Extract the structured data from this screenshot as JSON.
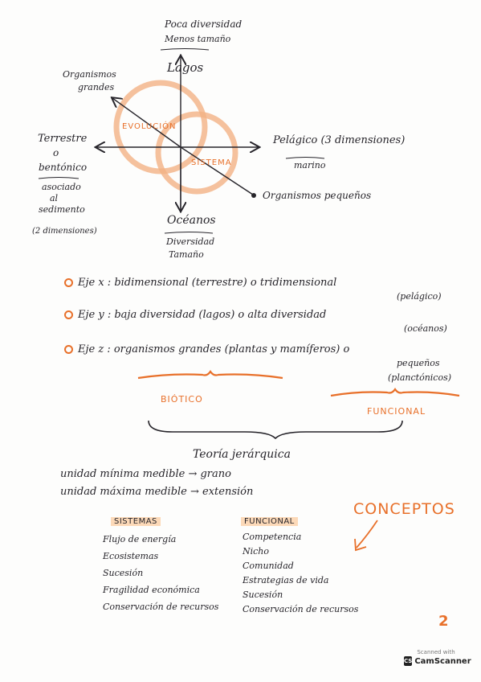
{
  "diagram": {
    "top_label_1": "Poca diversidad",
    "top_label_2": "Menos tamaño",
    "top_axis": "Lagos",
    "upper_left_1": "Organismos",
    "upper_left_2": "grandes",
    "left_1": "Terrestre",
    "left_2": "o",
    "left_3": "bentónico",
    "left_4": "asociado",
    "left_5": "al",
    "left_6": "sedimento",
    "left_7": "(2 dimensiones)",
    "right_1": "Pelágico (3 dimensiones)",
    "right_2": "marino",
    "lower_right": "Organismos pequeños",
    "bottom_axis": "Océanos",
    "bottom_1": "Diversidad",
    "bottom_2": "Tamaño",
    "circle_left": "EVOLUCIÓN",
    "circle_right": "SISTEMA"
  },
  "axes_notes": [
    {
      "main": "Eje x : bidimensional (terrestre) o tridimensional",
      "cont": "(pelágico)"
    },
    {
      "main": "Eje y : baja diversidad (lagos) o alta diversidad",
      "cont": "(océanos)"
    },
    {
      "main": "Eje z : organismos grandes (plantas y mamíferos) o",
      "cont": "pequeños",
      "cont2": "(planctónicos)"
    }
  ],
  "braces": {
    "left_label": "BIÓTICO",
    "right_label": "FUNCIONAL"
  },
  "theory": {
    "title": "Teoría jerárquica",
    "line1": "unidad mínima medible → grano",
    "line2": "unidad máxima medible → extensión"
  },
  "concepts": {
    "heading": "CONCEPTOS",
    "sistemas_header": "SISTEMAS",
    "sistemas": [
      "Flujo de energía",
      "Ecosistemas",
      "Sucesión",
      "Fragilidad económica",
      "Conservación de recursos"
    ],
    "funcional_header": "FUNCIONAL",
    "funcional": [
      "Competencia",
      "Nicho",
      "Comunidad",
      "Estrategias de vida",
      "Sucesión",
      "Conservación de recursos"
    ]
  },
  "page_number": "2",
  "stamp": {
    "top": "Scanned with",
    "logo": "CS",
    "name": "CamScanner"
  },
  "colors": {
    "accent": "#e8702a",
    "ink": "#26242a",
    "highlight": "#fcd9b8"
  }
}
